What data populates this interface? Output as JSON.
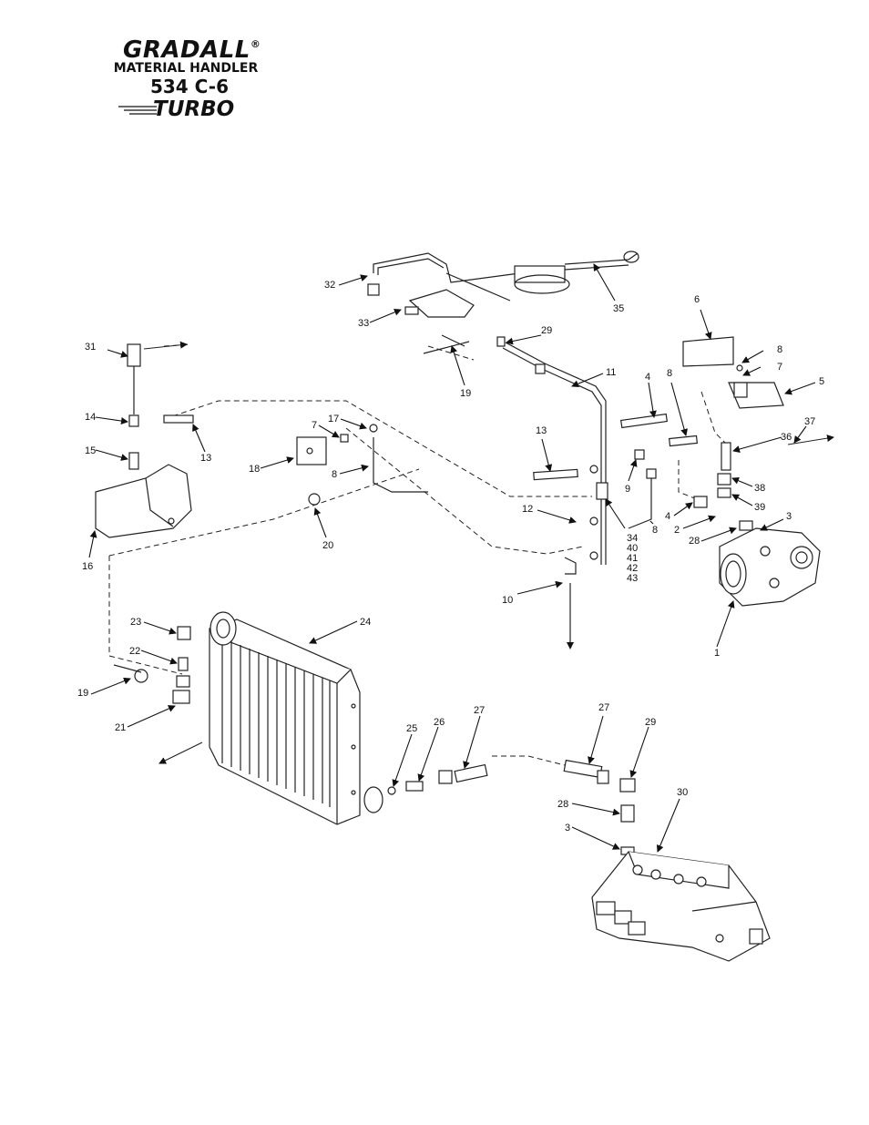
{
  "logo": {
    "brand": "GRADALL",
    "registered": "®",
    "subtitle": "MATERIAL HANDLER",
    "model": "534 C-6",
    "turbo": "TURBO"
  },
  "diagram": {
    "callouts": [
      "1",
      "2",
      "2",
      "3",
      "3",
      "4",
      "4",
      "5",
      "6",
      "7",
      "7",
      "8",
      "8",
      "8",
      "8",
      "9",
      "10",
      "11",
      "12",
      "13",
      "13",
      "14",
      "15",
      "16",
      "17",
      "18",
      "19",
      "19",
      "20",
      "21",
      "22",
      "23",
      "24",
      "25",
      "26",
      "27",
      "27",
      "28",
      "28",
      "29",
      "29",
      "30",
      "31",
      "32",
      "33",
      "34",
      "35",
      "36",
      "37",
      "38",
      "39",
      "40",
      "41",
      "42",
      "43"
    ]
  }
}
